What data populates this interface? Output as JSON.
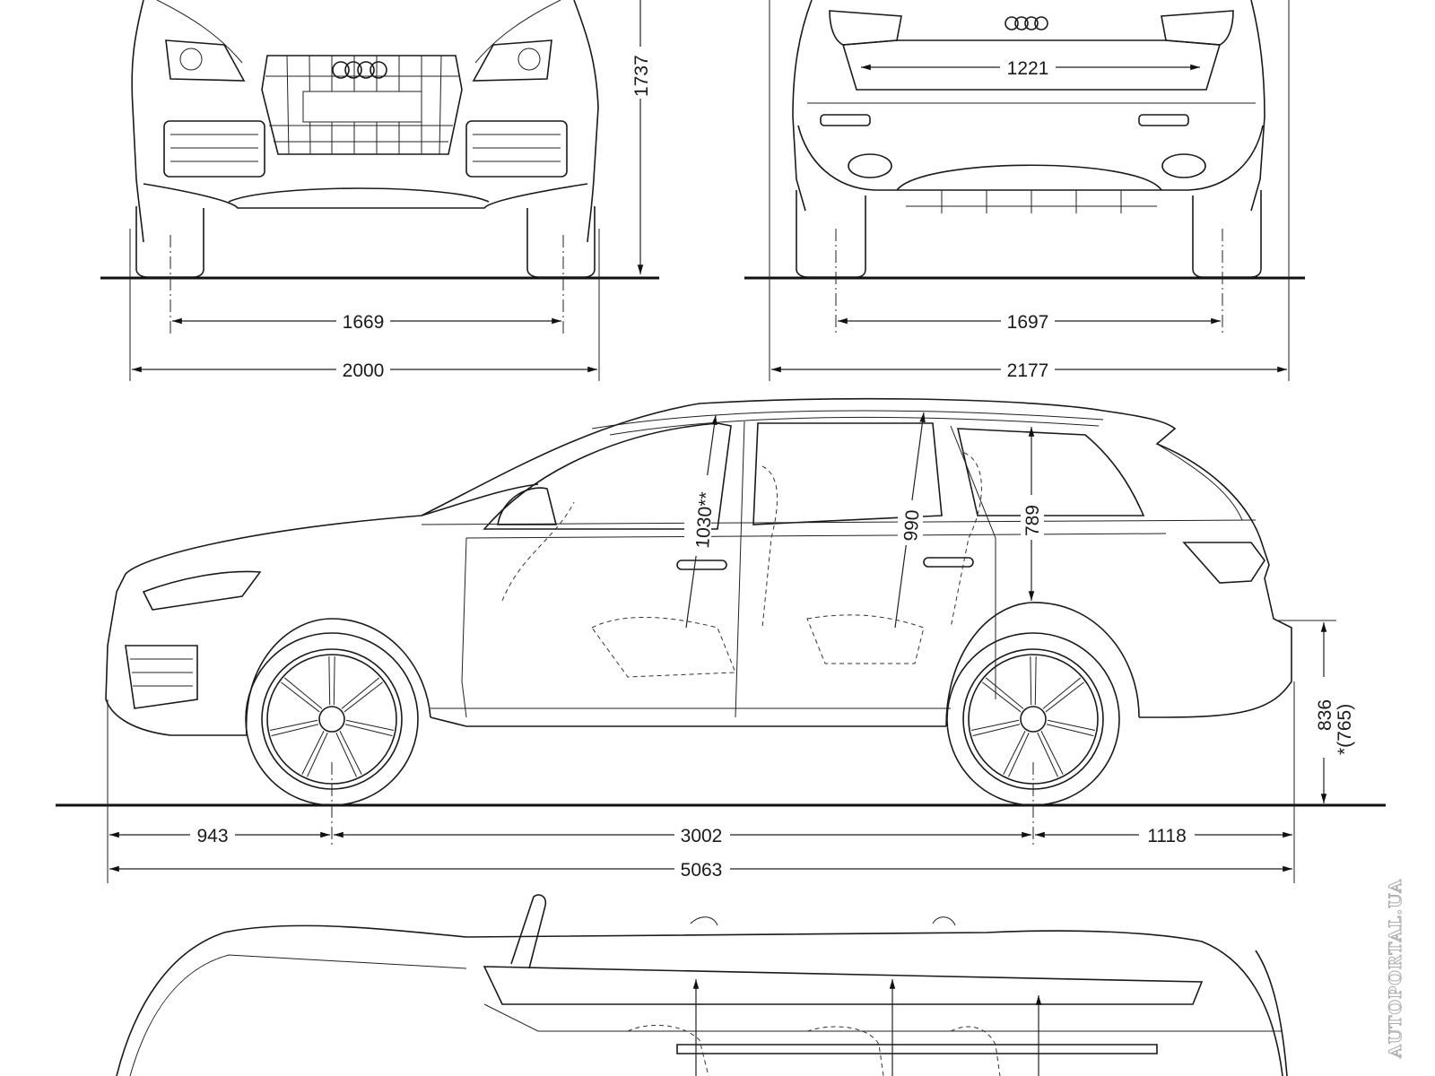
{
  "drawing": {
    "subject": "SUV dimensional blueprint",
    "views": [
      "front",
      "rear",
      "side",
      "top"
    ],
    "units": "mm"
  },
  "front_view": {
    "height": "1737",
    "track": "1669",
    "width": "2000"
  },
  "rear_view": {
    "tailgate_width": "1221",
    "track": "1697",
    "width_with_mirrors": "2177"
  },
  "side_view": {
    "front_headroom": "1030**",
    "second_row_headroom": "990",
    "third_row_headroom": "789",
    "loading_sill_height": "836",
    "loading_sill_height_alt": "*(765)",
    "front_overhang": "943",
    "wheelbase": "3002",
    "rear_overhang": "1118",
    "overall_length": "5063"
  },
  "watermark": "AUTOPORTAL.UA",
  "colors": {
    "line": "#1a1a1a",
    "background": "#ffffff",
    "watermark_outline": "#aaaaaa"
  }
}
